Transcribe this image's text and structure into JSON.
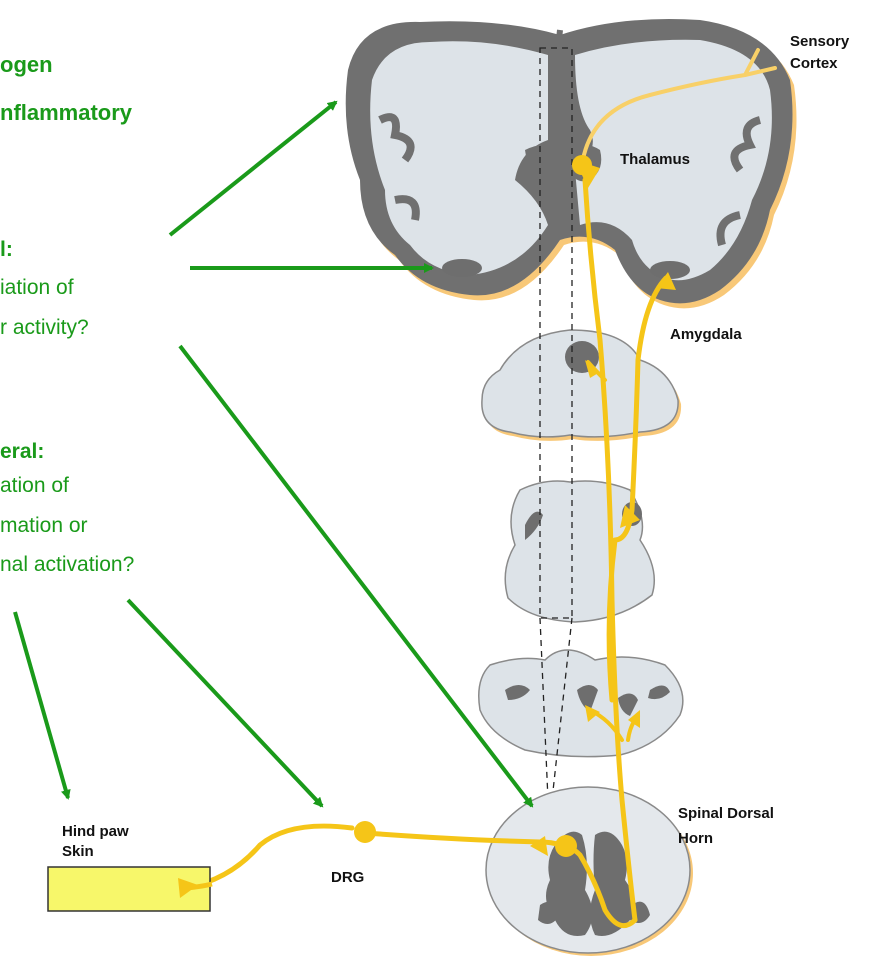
{
  "left_text": {
    "title_lines": [
      "ogen",
      "nflammatory"
    ],
    "central": {
      "heading": "l:",
      "lines": [
        "iation of",
        "r activity?"
      ]
    },
    "peripheral": {
      "heading": "eral:",
      "lines": [
        "ation of",
        "mation or",
        "nal activation?"
      ]
    }
  },
  "labels": {
    "sensory_cortex": [
      "Sensory",
      "Cortex"
    ],
    "thalamus": "Thalamus",
    "amygdala": "Amygdala",
    "spinal_dorsal_horn": [
      "Spinal Dorsal",
      "Horn"
    ],
    "hind_paw_skin": [
      "Hind paw",
      "Skin"
    ],
    "drg": "DRG"
  },
  "colors": {
    "arrow_green": "#1a9a1a",
    "pathway_yellow": "#f5c518",
    "tissue_fill": "#dde3e8",
    "gray_matter": "#6e6e6e",
    "skin_box": "#f7f76a"
  }
}
